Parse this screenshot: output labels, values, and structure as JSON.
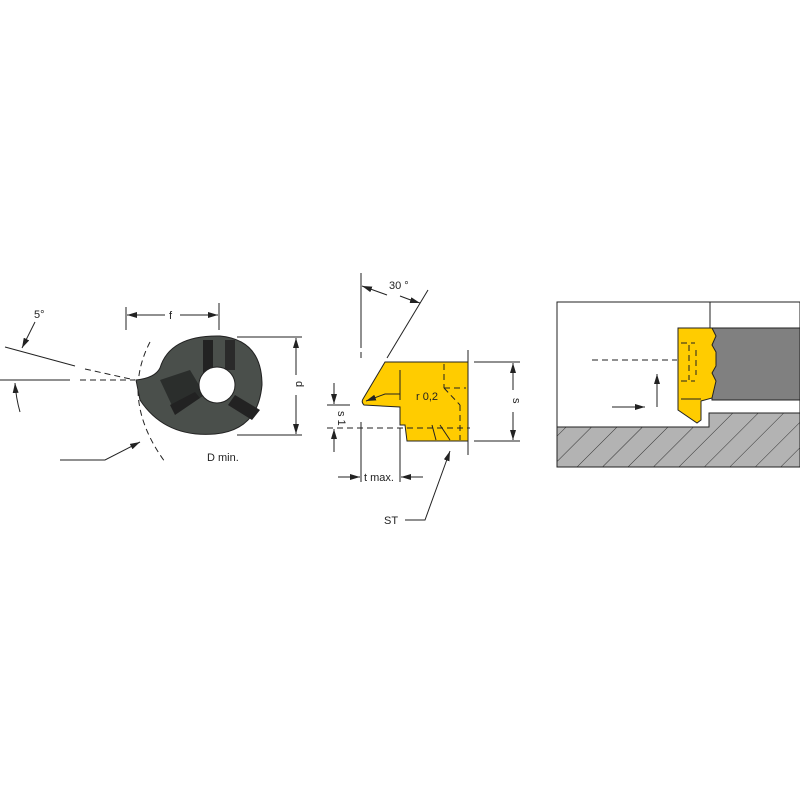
{
  "colors": {
    "insert_yellow": "#FFCC00",
    "insert_gray": "#4a4f4b",
    "holder_gray": "#808080",
    "workpiece_hatch": "#b3b3b3"
  },
  "left_view": {
    "angle_label": "5°",
    "f_label": "f",
    "d_label": "d",
    "dmin_label": "D min."
  },
  "middle_view": {
    "angle_label": "30 °",
    "radius_label": "r 0,2",
    "s_label": "s",
    "s1_label": "s 1",
    "tmax_label": "t max.",
    "st_label": "ST"
  }
}
